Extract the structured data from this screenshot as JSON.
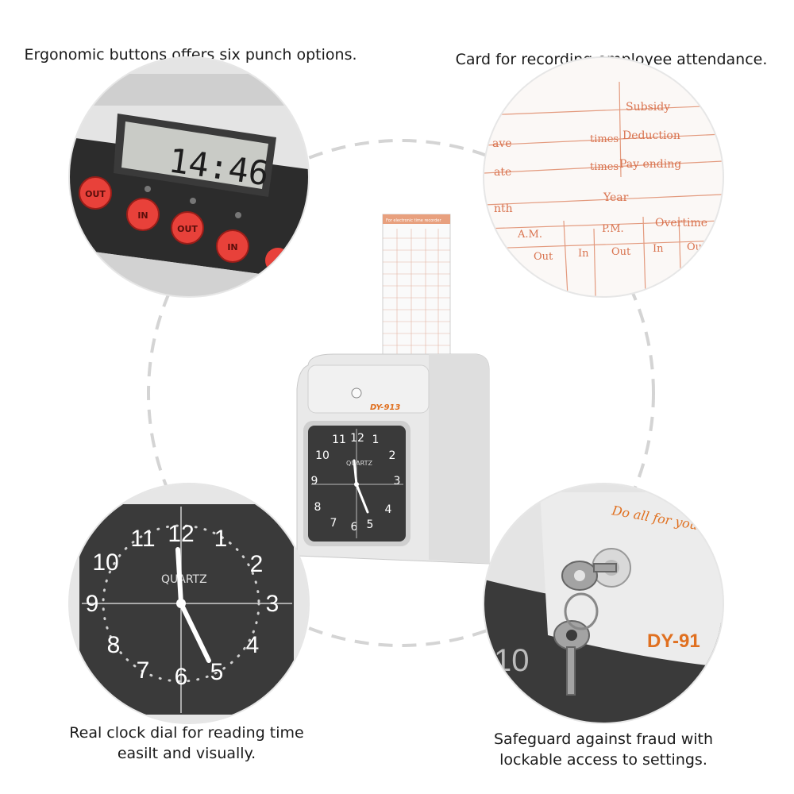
{
  "captions": {
    "buttons": "Ergonomic buttons offers six punch options.",
    "card": "Card for recording employee attendance.",
    "clock": "Real clock dial for reading time easilt and visually.",
    "lock": "Safeguard against fraud with lockable access to settings."
  },
  "product": {
    "model": "DY-913",
    "dial_brand": "QUARTZ",
    "card_header": "For electronic time recorder"
  },
  "display": {
    "time": "14:46"
  },
  "punch_buttons": [
    "OUT",
    "IN",
    "OUT",
    "IN"
  ],
  "card_fields": {
    "subsidy": "Subsidy",
    "times_a": "times",
    "deduction": "Deduction",
    "times_b": "times",
    "pay_ending": "Pay ending",
    "year": "Year",
    "overtime": "Overtime",
    "am": "A.M.",
    "pm": "P.M.",
    "in1": "In",
    "out1": "Out",
    "in2": "In",
    "out2": "Out",
    "in3": "In",
    "out3": "Out",
    "leave_partial": "ave",
    "late_partial": "ate",
    "month_partial": "nth"
  },
  "lock_detail": {
    "slogan": "Do all for you",
    "model_partial": "DY-91",
    "dial_partial": "10"
  },
  "clock_numerals": [
    "12",
    "1",
    "2",
    "3",
    "4",
    "5",
    "6",
    "7",
    "8",
    "9",
    "10",
    "11"
  ],
  "colors": {
    "button_red": "#e8413a",
    "card_ink": "#d9734f",
    "dial_dark": "#3a3a3a",
    "body_grey": "#e9e9e9",
    "model_orange": "#e07020"
  }
}
